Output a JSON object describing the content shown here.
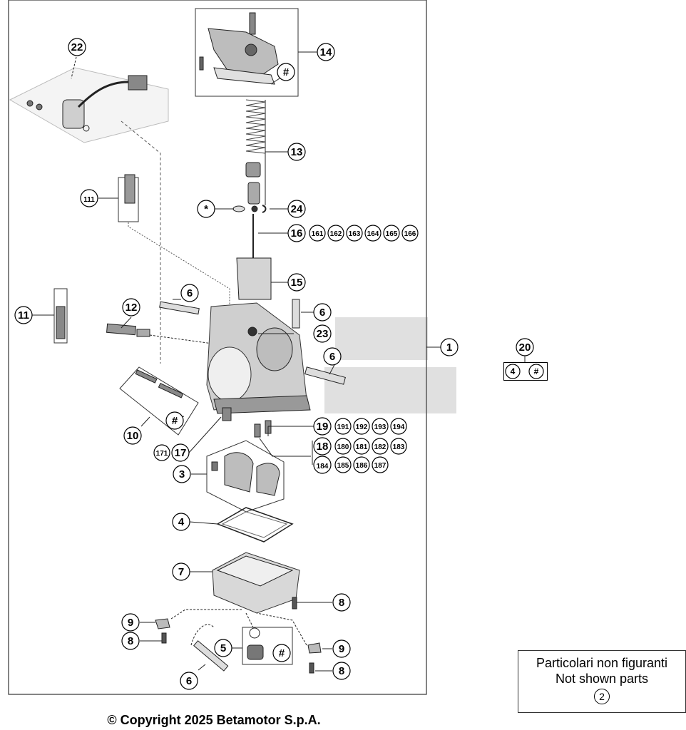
{
  "callouts": [
    {
      "text": "22"
    },
    {
      "text": "14"
    },
    {
      "text": "#"
    },
    {
      "text": "13"
    },
    {
      "text": "111"
    },
    {
      "text": "*"
    },
    {
      "text": "24"
    },
    {
      "text": "16"
    },
    {
      "text": "161"
    },
    {
      "text": "162"
    },
    {
      "text": "163"
    },
    {
      "text": "164"
    },
    {
      "text": "165"
    },
    {
      "text": "166"
    },
    {
      "text": "15"
    },
    {
      "text": "6"
    },
    {
      "text": "12"
    },
    {
      "text": "11"
    },
    {
      "text": "6"
    },
    {
      "text": "23"
    },
    {
      "text": "1"
    },
    {
      "text": "20"
    },
    {
      "text": "4"
    },
    {
      "text": "#"
    },
    {
      "text": "6"
    },
    {
      "text": "#"
    },
    {
      "text": "10"
    },
    {
      "text": "19"
    },
    {
      "text": "191"
    },
    {
      "text": "192"
    },
    {
      "text": "193"
    },
    {
      "text": "194"
    },
    {
      "text": "18"
    },
    {
      "text": "180"
    },
    {
      "text": "181"
    },
    {
      "text": "182"
    },
    {
      "text": "183"
    },
    {
      "text": "184"
    },
    {
      "text": "185"
    },
    {
      "text": "186"
    },
    {
      "text": "187"
    },
    {
      "text": "171"
    },
    {
      "text": "17"
    },
    {
      "text": "3"
    },
    {
      "text": "4"
    },
    {
      "text": "7"
    },
    {
      "text": "8"
    },
    {
      "text": "9"
    },
    {
      "text": "8"
    },
    {
      "text": "5"
    },
    {
      "text": "#"
    },
    {
      "text": "9"
    },
    {
      "text": "8"
    },
    {
      "text": "6"
    }
  ],
  "not_shown": {
    "line1": "Particolari non figuranti",
    "line2": "Not shown parts",
    "part": "2"
  },
  "copyright": "© Copyright 2025 Betamotor S.p.A."
}
